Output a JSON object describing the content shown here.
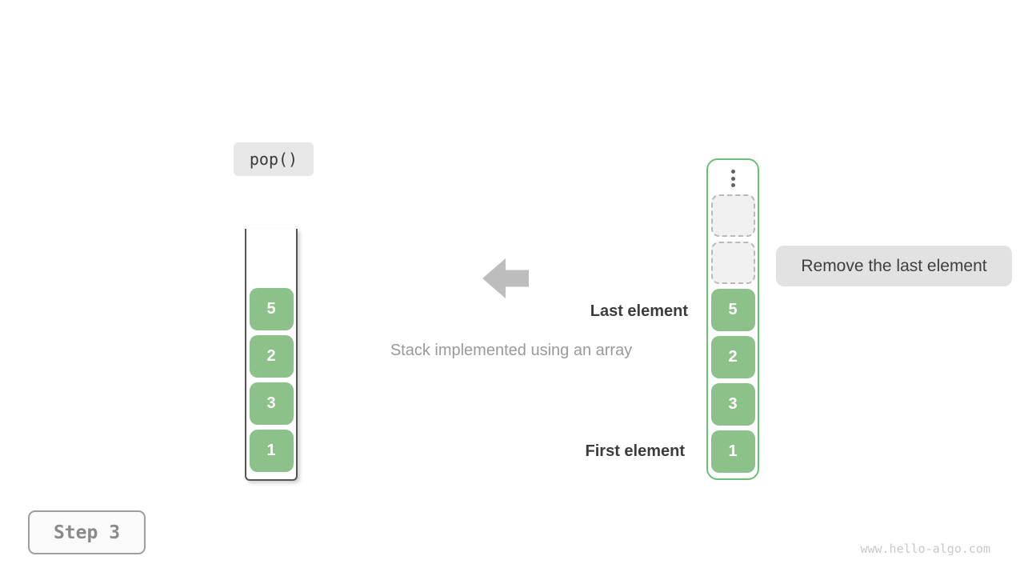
{
  "figure": {
    "operation_label": "pop()",
    "caption": "Stack implemented using an array",
    "last_element_label": "Last element",
    "first_element_label": "First element",
    "annotation": "Remove the last element",
    "step_label": "Step 3",
    "watermark": "www.hello-algo.com"
  },
  "left_stack": {
    "description": "stack container open at top",
    "values_top_to_bottom": [
      "5",
      "2",
      "3",
      "1"
    ]
  },
  "right_stack": {
    "description": "array representation with capacity slots",
    "ellipsis_icon": "vertical-dots",
    "empty_slot_count": 2,
    "values_top_to_bottom": [
      "5",
      "2",
      "3",
      "1"
    ]
  },
  "colors": {
    "cell_green": "#8cc18a",
    "container_green_border": "#70bf76",
    "arrow_gray": "#bdbdbd",
    "annotation_bg": "#e2e2e2",
    "label_dark": "#3c3c3c",
    "caption_gray": "#9a9a9a",
    "step_text": "#8a8a8a",
    "watermark_gray": "#c9c9c9"
  }
}
